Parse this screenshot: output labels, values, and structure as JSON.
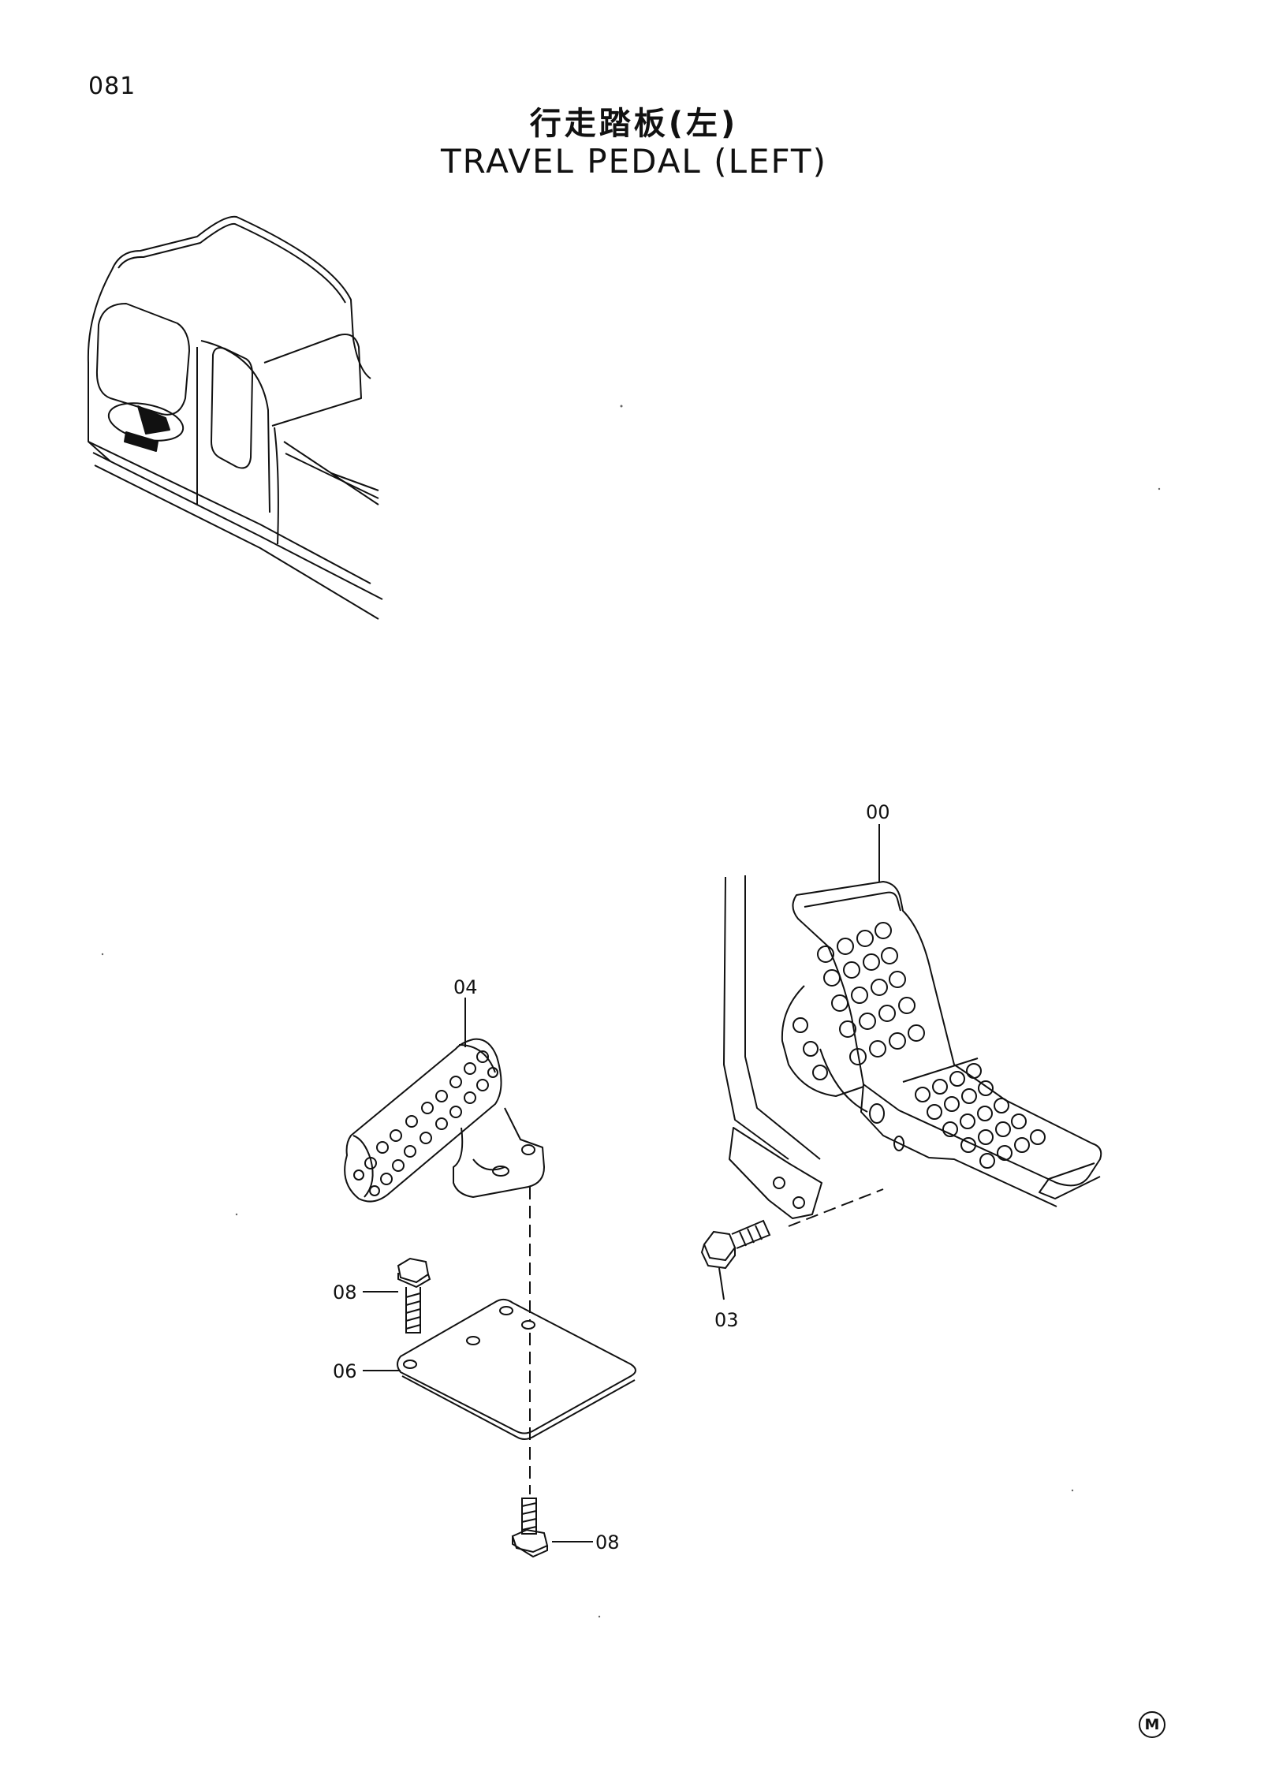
{
  "header": {
    "page_number": "081",
    "title_cn": "行走踏板(左)",
    "title_en": "TRAVEL PEDAL (LEFT)"
  },
  "callouts": {
    "pedal_assembly": "00",
    "bolt_right": "03",
    "pedal_left": "04",
    "plate": "06",
    "bolt_top": "08",
    "bolt_bottom": "08"
  },
  "footer": {
    "mark": "M"
  },
  "colors": {
    "line": "#111111",
    "background": "#ffffff"
  }
}
